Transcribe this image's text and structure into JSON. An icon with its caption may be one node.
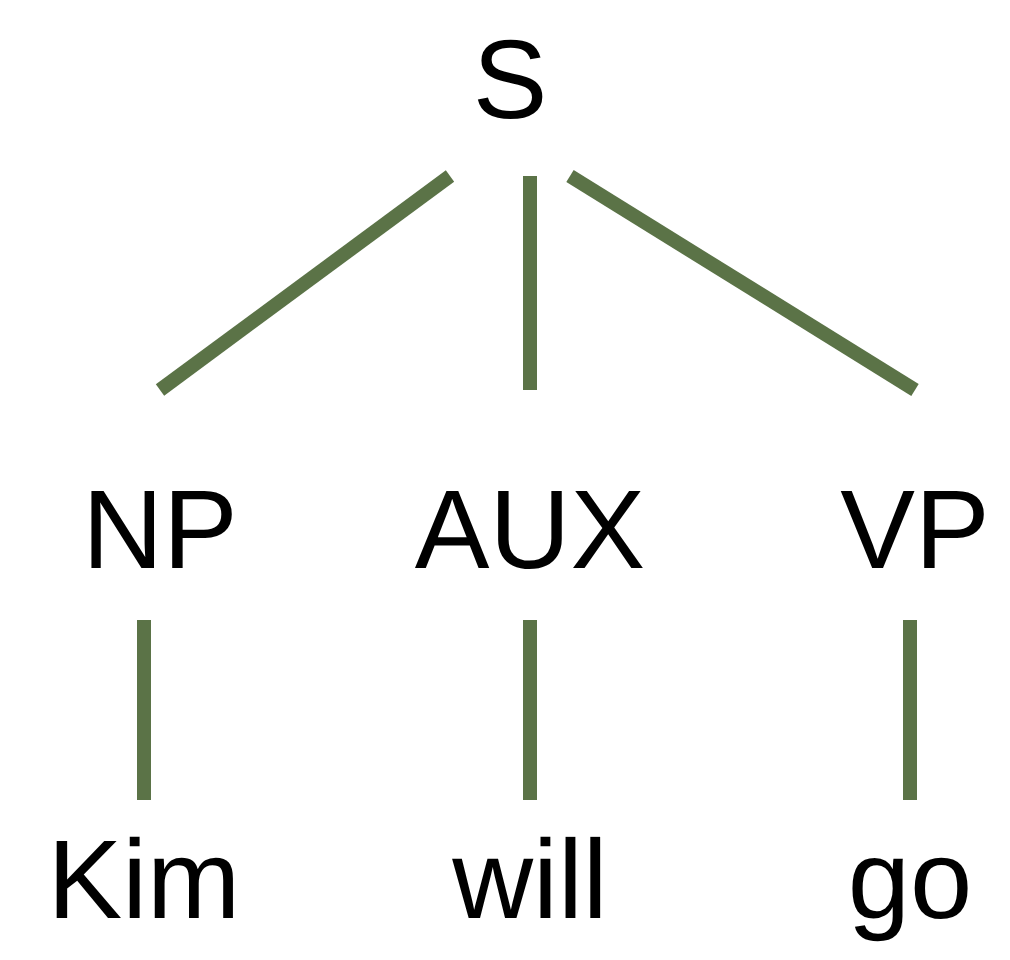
{
  "diagram": {
    "nodes": [
      {
        "text": [
          "S"
        ]
      },
      {
        "text": [
          "NP"
        ]
      },
      {
        "text": [
          "AUX"
        ]
      },
      {
        "text": [
          "VP"
        ]
      },
      {
        "text": [
          "Kim"
        ]
      },
      {
        "text": [
          "will"
        ]
      },
      {
        "text": [
          "go"
        ]
      }
    ],
    "edges": [
      {
        "from": 0,
        "to": 1,
        "arrow": "none"
      },
      {
        "from": 0,
        "to": 2,
        "arrow": "none"
      },
      {
        "from": 0,
        "to": 3,
        "arrow": "none"
      },
      {
        "from": 1,
        "to": 4,
        "arrow": "none"
      },
      {
        "from": 2,
        "to": 5,
        "arrow": "none"
      },
      {
        "from": 3,
        "to": 6,
        "arrow": "none"
      }
    ]
  }
}
